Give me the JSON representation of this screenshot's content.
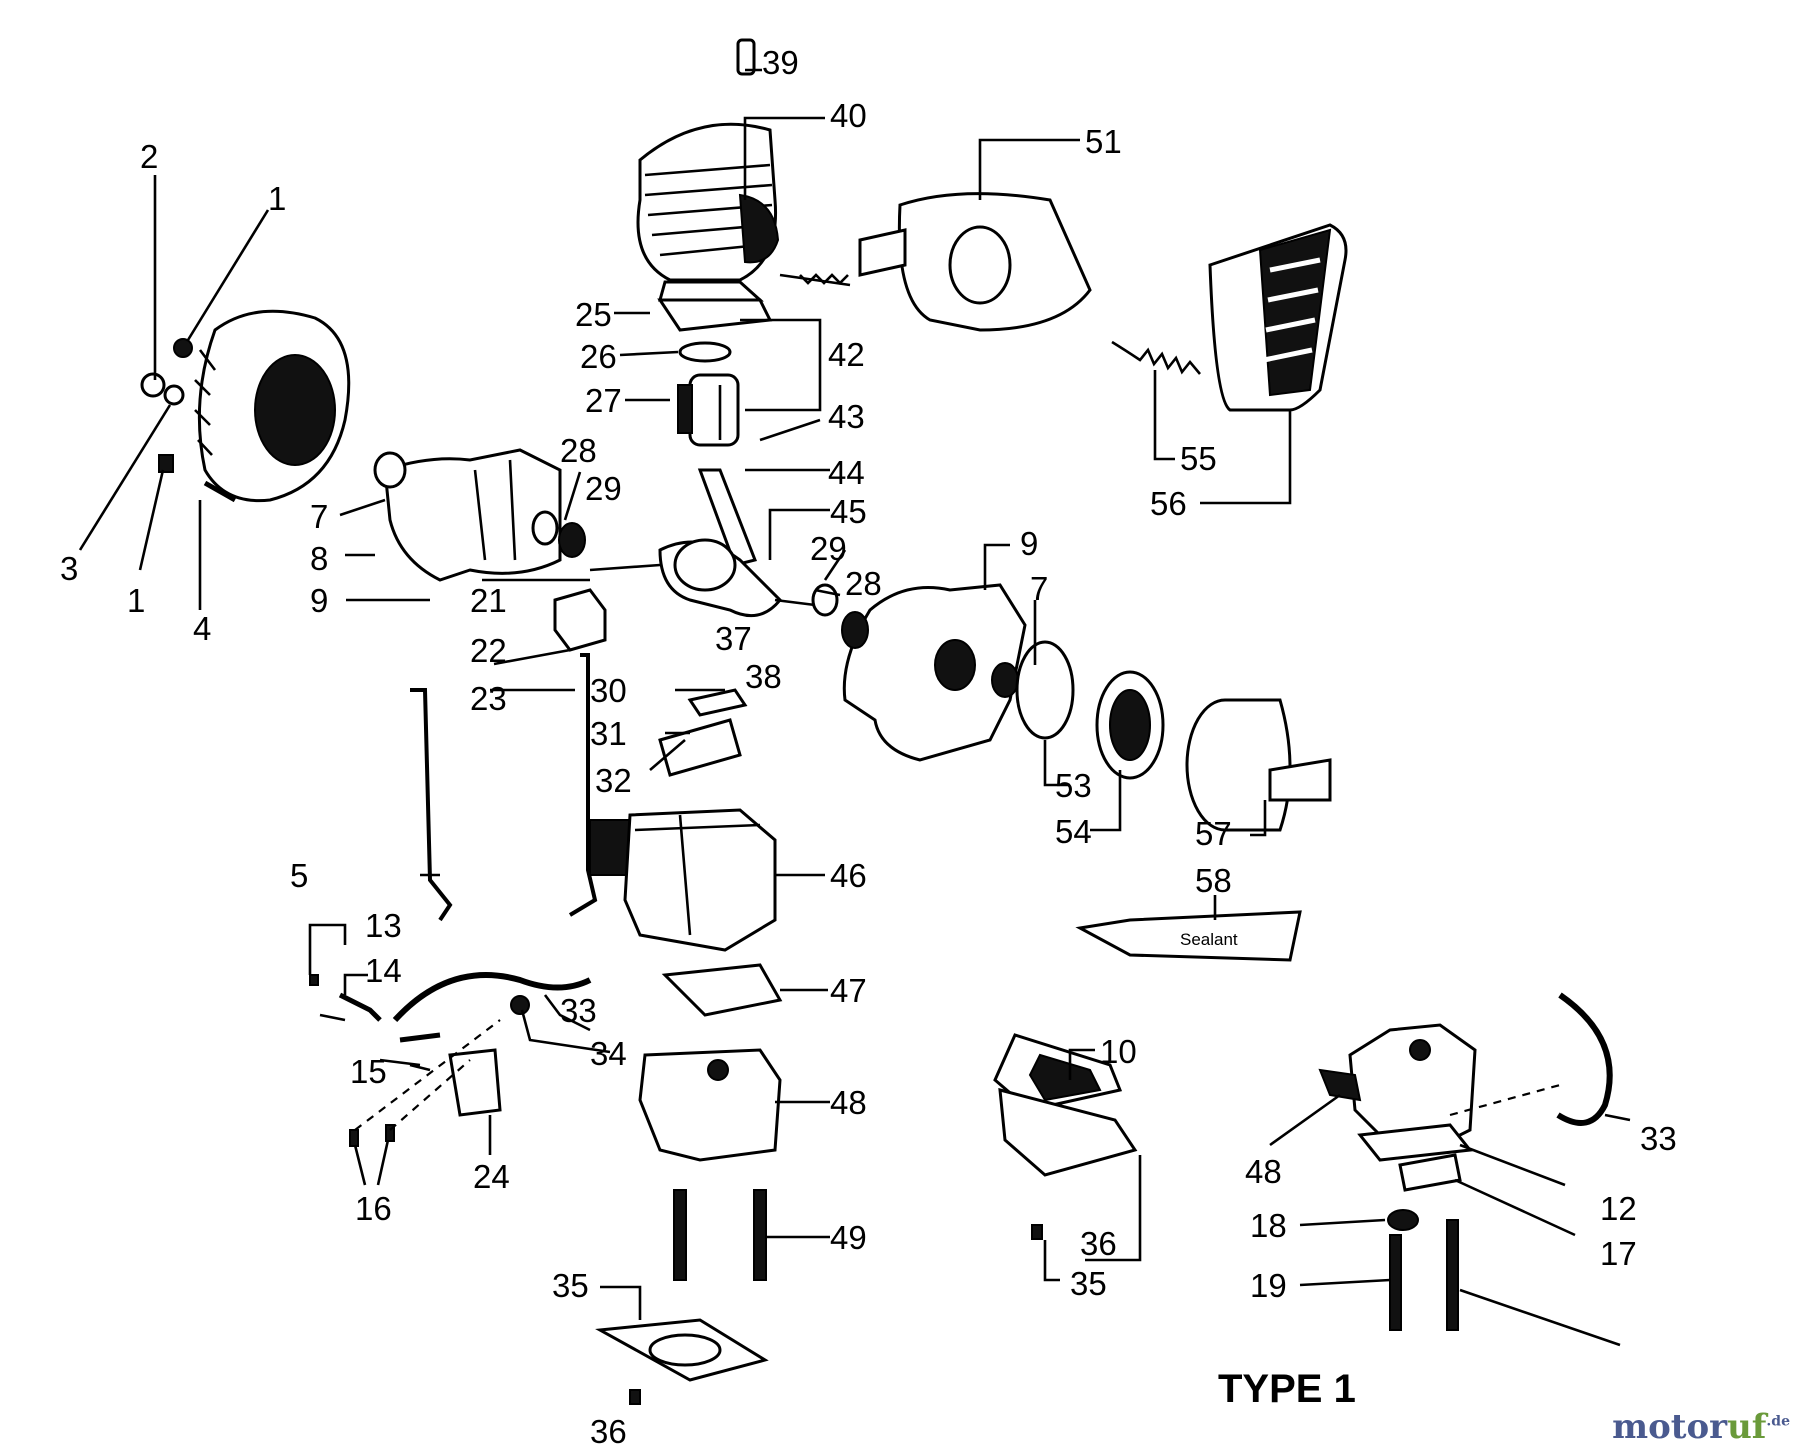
{
  "labels": {
    "l1a": "1",
    "l1b": "1",
    "l2": "2",
    "l3": "3",
    "l4": "4",
    "l5": "5",
    "l7a": "7",
    "l7b": "7",
    "l8": "8",
    "l9a": "9",
    "l9b": "9",
    "l10": "10",
    "l12": "12",
    "l13": "13",
    "l14": "14",
    "l15": "15",
    "l16": "16",
    "l17": "17",
    "l18": "18",
    "l19": "19",
    "l21": "21",
    "l22": "22",
    "l23": "23",
    "l24": "24",
    "l25": "25",
    "l26": "26",
    "l27": "27",
    "l28a": "28",
    "l28b": "28",
    "l29a": "29",
    "l29b": "29",
    "l30": "30",
    "l31": "31",
    "l32": "32",
    "l33a": "33",
    "l33b": "33",
    "l34": "34",
    "l35a": "35",
    "l35b": "35",
    "l36a": "36",
    "l36b": "36",
    "l37": "37",
    "l38": "38",
    "l39": "39",
    "l40": "40",
    "l42": "42",
    "l43": "43",
    "l44": "44",
    "l45": "45",
    "l46": "46",
    "l47": "47",
    "l48a": "48",
    "l48b": "48",
    "l49": "49",
    "l51": "51",
    "l53": "53",
    "l54": "54",
    "l55": "55",
    "l56": "56",
    "l57": "57",
    "l58": "58"
  },
  "type_label": "TYPE 1",
  "sealant_text": "Sealant",
  "watermark": {
    "brand": "motor",
    "suffix": "uf",
    "tld": ".de"
  }
}
